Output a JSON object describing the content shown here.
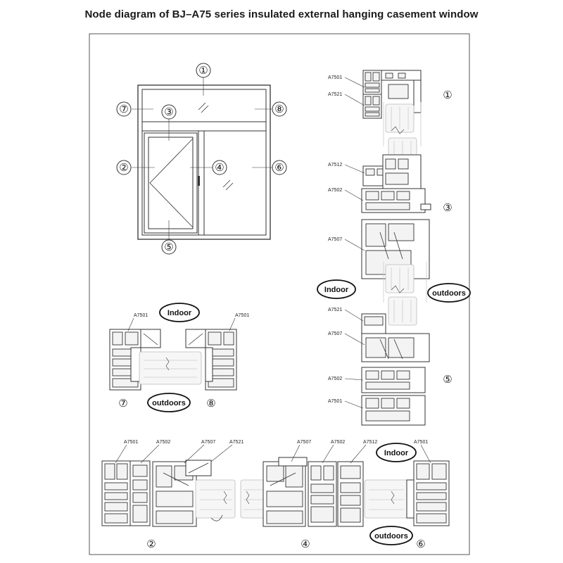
{
  "title": "Node diagram of BJ–A75 series insulated external hanging casement window",
  "labels": {
    "elevation": [
      "①",
      "⑦",
      "③",
      "⑧",
      "②",
      "④",
      "⑥",
      "⑤"
    ],
    "right_profiles": [
      "A7501",
      "A7521",
      "A7512",
      "A7502",
      "A7507",
      "A7521",
      "A7507",
      "A7502",
      "A7501"
    ],
    "right_nodes": [
      "①",
      "③",
      "⑤"
    ],
    "mid_profiles": [
      "A7501",
      "A7501"
    ],
    "mid_nodes": [
      "⑦",
      "⑧"
    ],
    "bottom_profiles": [
      "A7501",
      "A7502",
      "A7507",
      "A7521",
      "A7507",
      "A7502",
      "A7512",
      "A7501"
    ],
    "bottom_nodes": [
      "②",
      "④",
      "⑥"
    ]
  },
  "ovals": {
    "indoor": "Indoor",
    "outdoors": "outdoors"
  },
  "colors": {
    "line": "#333333",
    "background": "#ffffff",
    "glass": "#f6f6f6"
  }
}
